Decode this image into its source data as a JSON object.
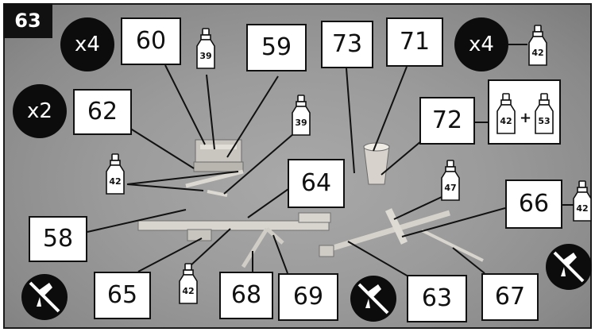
{
  "step_number": "63",
  "part_numbers": {
    "p60": "60",
    "p59": "59",
    "p73": "73",
    "p71": "71",
    "p62": "62",
    "p72": "72",
    "p64": "64",
    "p66": "66",
    "p58": "58",
    "p65": "65",
    "p68": "68",
    "p69": "69",
    "p63": "63",
    "p67": "67"
  },
  "quantities": {
    "q60": "x4",
    "q71": "x4",
    "q62": "x2"
  },
  "paints": {
    "b60": "39",
    "b71": "42",
    "b39b": "39",
    "b42a": "42",
    "b47": "47",
    "b66": "42",
    "b65": "42",
    "mix_a": "42",
    "mix_b": "53"
  },
  "mix_plus": "+",
  "icons": {
    "no_glue": "no-glue-icon",
    "paint_bottle": "paint-bottle-icon"
  },
  "colors": {
    "step_badge": "#111111",
    "background_photo": "#9a9a9a",
    "label_box": "#ffffff"
  }
}
